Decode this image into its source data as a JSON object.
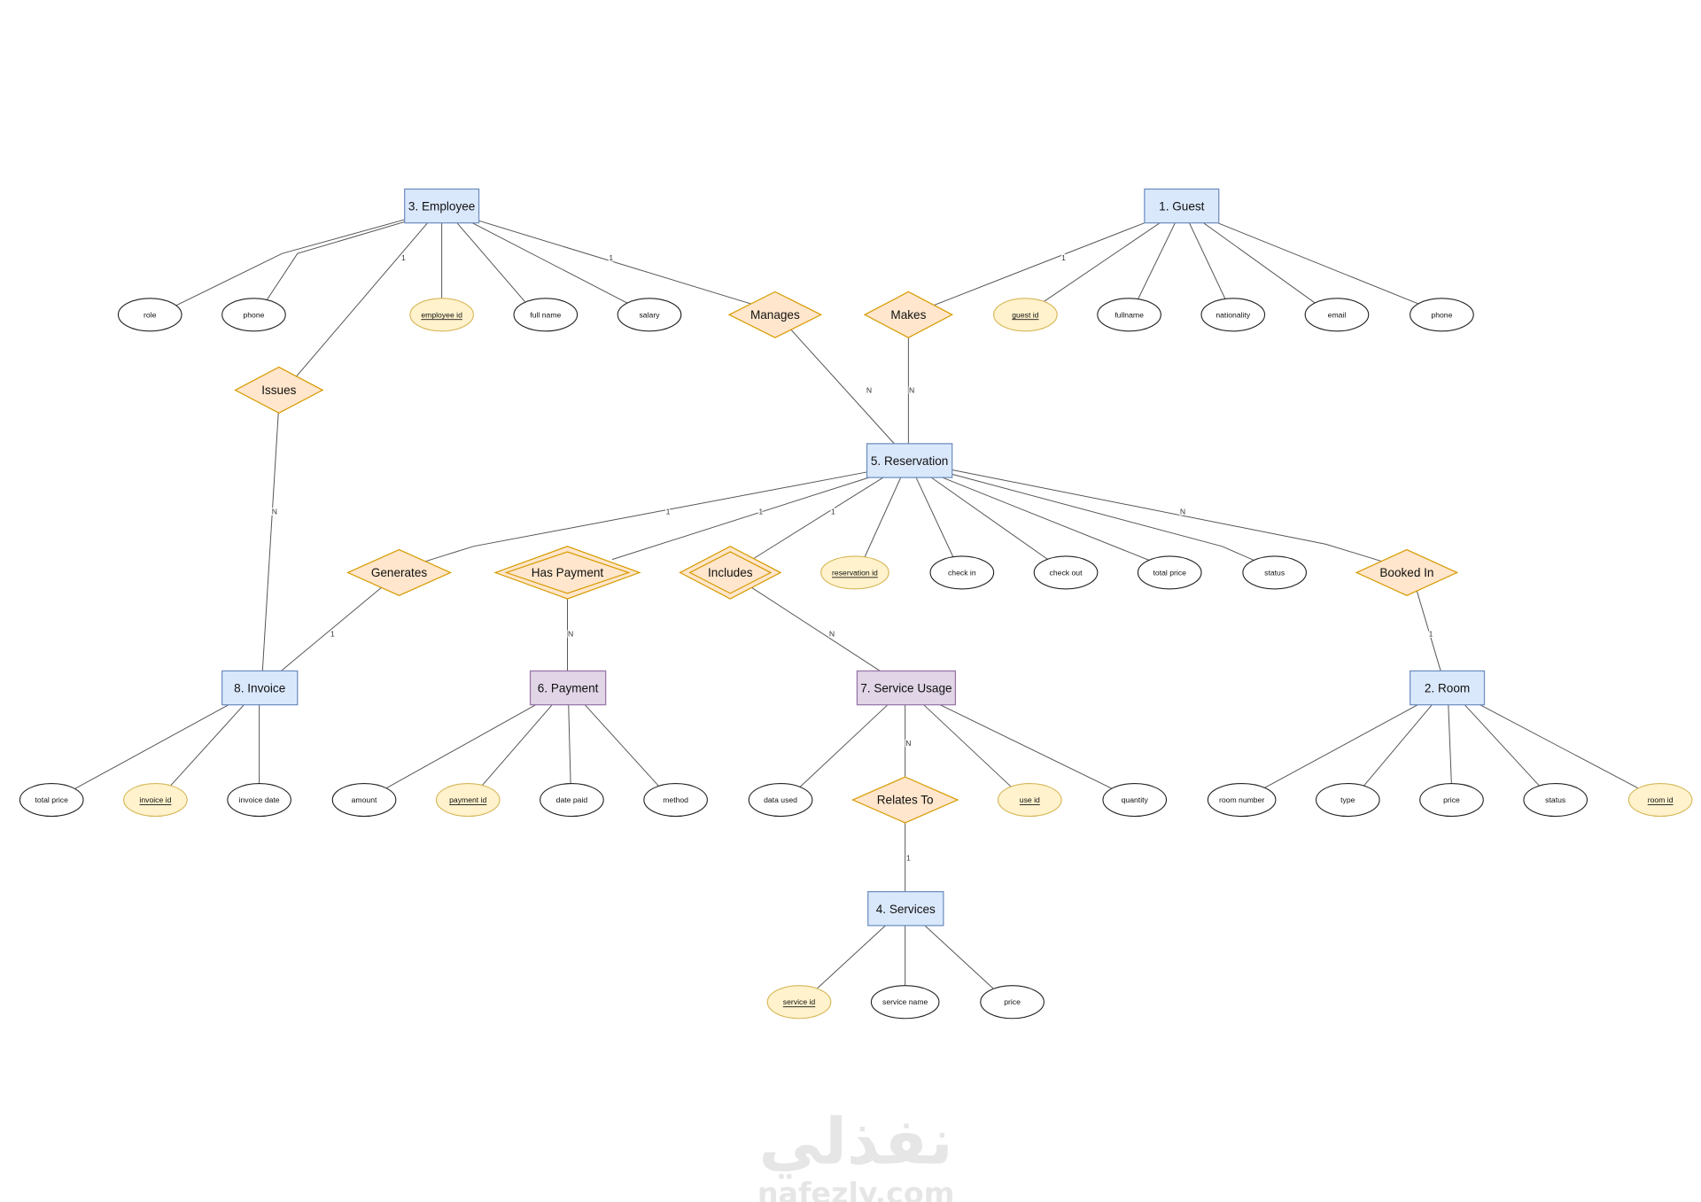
{
  "entities": {
    "employee": "3. Employee",
    "guest": "1. Guest",
    "reservation": "5. Reservation",
    "invoice": "8. Invoice",
    "payment": "6. Payment",
    "service_usage": "7. Service Usage",
    "room": "2. Room",
    "services": "4. Services"
  },
  "relationships": {
    "manages": "Manages",
    "makes": "Makes",
    "issues": "Issues",
    "generates": "Generates",
    "has_payment": "Has Payment",
    "includes": "Includes",
    "booked_in": "Booked In",
    "relates_to": "Relates To"
  },
  "attributes": {
    "employee": {
      "role": "role",
      "phone": "phone",
      "employee_id": "employee id",
      "full_name": "full name",
      "salary": "salary"
    },
    "guest": {
      "guest_id": "guest id",
      "fullname": "fullname",
      "nationality": "nationality",
      "email": "email",
      "phone": "phone"
    },
    "reservation": {
      "reservation_id": "reservation id",
      "check_in": "check in",
      "check_out": "check out",
      "total_price": "total price",
      "status": "status"
    },
    "invoice": {
      "total_price": "total price",
      "invoice_id": "invoice id",
      "invoice_date": "invoice date"
    },
    "payment": {
      "amount": "amount",
      "payment_id": "payment id",
      "date_paid": "date paid",
      "method": "method"
    },
    "service_usage": {
      "data_used": "data used",
      "use_id": "use id",
      "quantity": "quantity"
    },
    "room": {
      "room_number": "room number",
      "type": "type",
      "price": "price",
      "status": "status",
      "room_id": "room id"
    },
    "services": {
      "service_id": "service id",
      "service_name": "service name",
      "price": "price"
    }
  },
  "cardinalities": {
    "employee_issues": "1",
    "issues_invoice": "N",
    "employee_manages": "1",
    "manages_reservation": "N",
    "guest_makes": "1",
    "makes_reservation": "N",
    "reservation_generates": "1",
    "generates_invoice": "1",
    "reservation_has_payment": "1",
    "has_payment_payment": "N",
    "reservation_includes": "1",
    "includes_service_usage": "N",
    "reservation_booked_in": "N",
    "booked_in_room": "1",
    "service_usage_relates_to": "N",
    "relates_to_services": "1"
  },
  "colors": {
    "entity_fill": "#dae8fc",
    "entity_stroke": "#6c8ebf",
    "weak_entity_fill": "#e1d5e7",
    "weak_entity_stroke": "#9673a6",
    "relationship_fill": "#ffe6cc",
    "relationship_stroke": "#d79b00",
    "key_attribute_fill": "#fff2cc",
    "key_attribute_stroke": "#d6b656",
    "attribute_fill": "#ffffff",
    "line": "#555555",
    "watermark": "#e6e6e6"
  },
  "watermark": {
    "arabic": "نفذلي",
    "latin": "nafezly.com"
  }
}
